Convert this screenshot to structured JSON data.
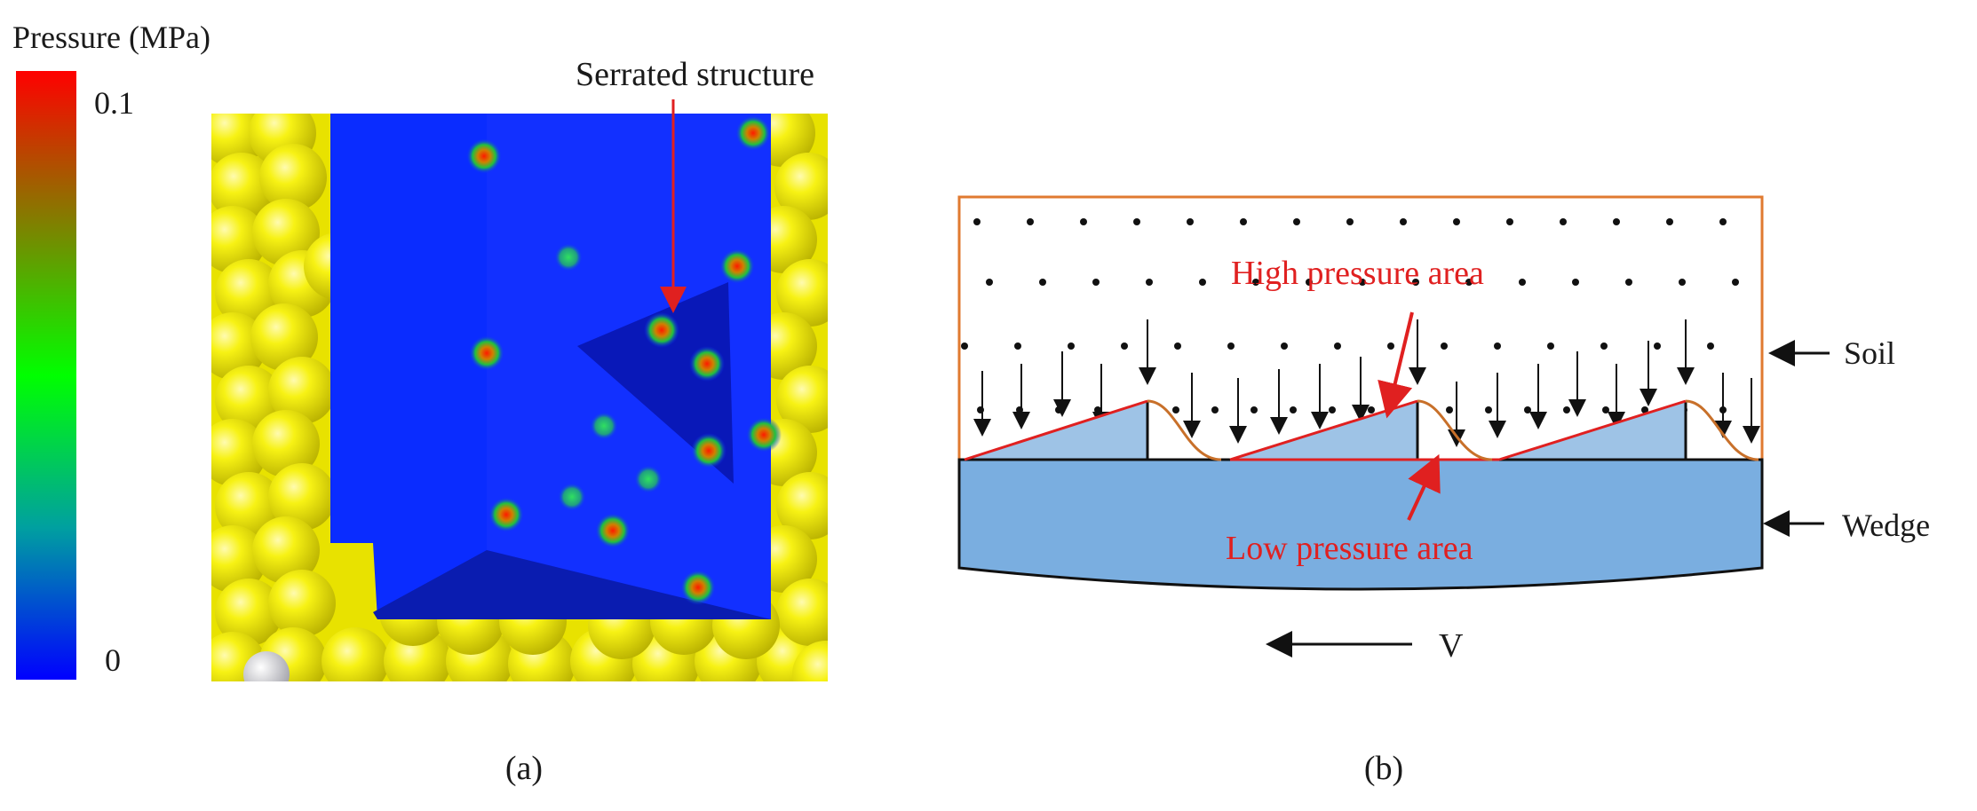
{
  "panel_a": {
    "colorbar_title": "Pressure (MPa)",
    "colorbar_max": "0.1",
    "colorbar_min": "0",
    "colorbar_stops": [
      "#0000ff",
      "#00a0a0",
      "#00ff00",
      "#808000",
      "#ff0000"
    ],
    "annotation": "Serrated structure",
    "caption": "(a)",
    "colors": {
      "particle": "#f2ee10",
      "wedge": "#0a2cff",
      "arrow": "#e02020"
    }
  },
  "panel_b": {
    "high_pressure_label": "High pressure area",
    "low_pressure_label": "Low pressure area",
    "soil_label": "Soil",
    "wedge_label": "Wedge",
    "velocity_label": "V",
    "caption": "(b)",
    "colors": {
      "soil_border": "#e07a30",
      "wedge_fill": "#7aaee0",
      "tooth_fill": "#9ec3e6",
      "high_line": "#e02020",
      "pressure_curve": "#c8702a",
      "annotation": "#e02020"
    }
  }
}
